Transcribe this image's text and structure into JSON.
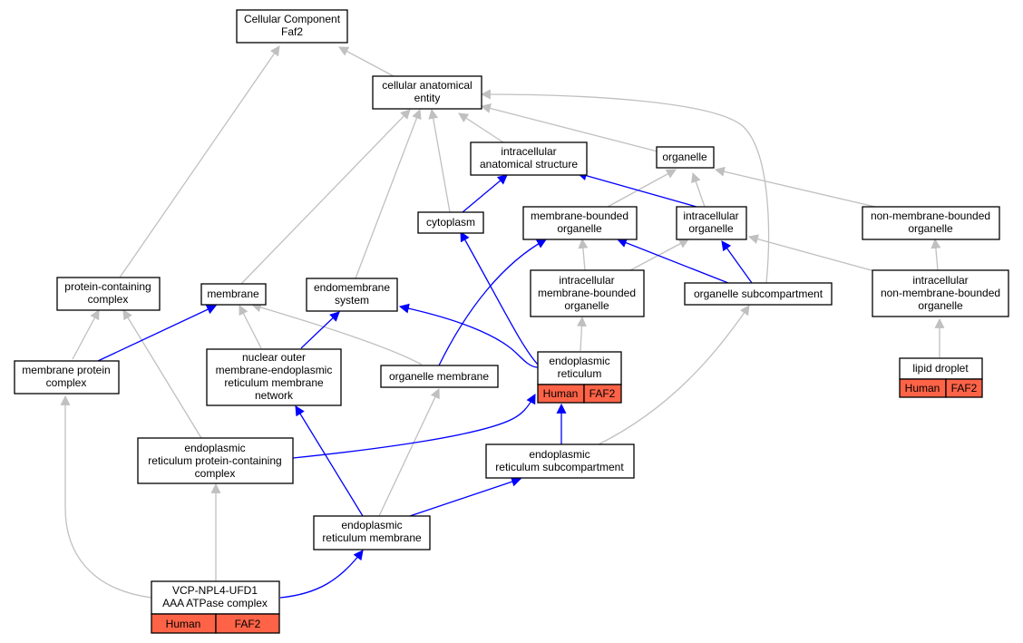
{
  "colors": {
    "gray_edge": "#c0c0c0",
    "blue_edge": "#0000ff",
    "badge_fill": "#ff6347",
    "node_border": "#000000"
  },
  "nodes": {
    "cellular_component": {
      "lines": [
        "Cellular Component",
        "Faf2"
      ]
    },
    "cellular_anatomical_entity": {
      "lines": [
        "cellular anatomical",
        "entity"
      ]
    },
    "intracellular_anatomical_structure": {
      "lines": [
        "intracellular",
        "anatomical structure"
      ]
    },
    "organelle": {
      "lines": [
        "organelle"
      ]
    },
    "cytoplasm": {
      "lines": [
        "cytoplasm"
      ]
    },
    "membrane_bounded_organelle": {
      "lines": [
        "membrane-bounded",
        "organelle"
      ]
    },
    "intracellular_organelle": {
      "lines": [
        "intracellular",
        "organelle"
      ]
    },
    "non_membrane_bounded_organelle": {
      "lines": [
        "non-membrane-bounded",
        "organelle"
      ]
    },
    "protein_containing_complex": {
      "lines": [
        "protein-containing",
        "complex"
      ]
    },
    "membrane": {
      "lines": [
        "membrane"
      ]
    },
    "endomembrane_system": {
      "lines": [
        "endomembrane",
        "system"
      ]
    },
    "intracellular_membrane_bounded_organelle": {
      "lines": [
        "intracellular",
        "membrane-bounded",
        "organelle"
      ]
    },
    "organelle_subcompartment": {
      "lines": [
        "organelle subcompartment"
      ]
    },
    "intracellular_non_membrane_bounded_organelle": {
      "lines": [
        "intracellular",
        "non-membrane-bounded",
        "organelle"
      ]
    },
    "membrane_protein_complex": {
      "lines": [
        "membrane protein",
        "complex"
      ]
    },
    "nuclear_outer_membrane_er_network": {
      "lines": [
        "nuclear outer",
        "membrane-endoplasmic",
        "reticulum membrane",
        "network"
      ]
    },
    "organelle_membrane": {
      "lines": [
        "organelle membrane"
      ]
    },
    "endoplasmic_reticulum": {
      "lines": [
        "endoplasmic",
        "reticulum"
      ],
      "badges": [
        "Human",
        "FAF2"
      ]
    },
    "lipid_droplet": {
      "lines": [
        "lipid droplet"
      ],
      "badges": [
        "Human",
        "FAF2"
      ]
    },
    "er_protein_containing_complex": {
      "lines": [
        "endoplasmic",
        "reticulum protein-containing",
        "complex"
      ]
    },
    "er_subcompartment": {
      "lines": [
        "endoplasmic",
        "reticulum subcompartment"
      ]
    },
    "er_membrane": {
      "lines": [
        "endoplasmic",
        "reticulum membrane"
      ]
    },
    "vcp_npl4_ufd1": {
      "lines": [
        "VCP-NPL4-UFD1",
        "AAA ATPase complex"
      ],
      "badges": [
        "Human",
        "FAF2"
      ]
    }
  }
}
